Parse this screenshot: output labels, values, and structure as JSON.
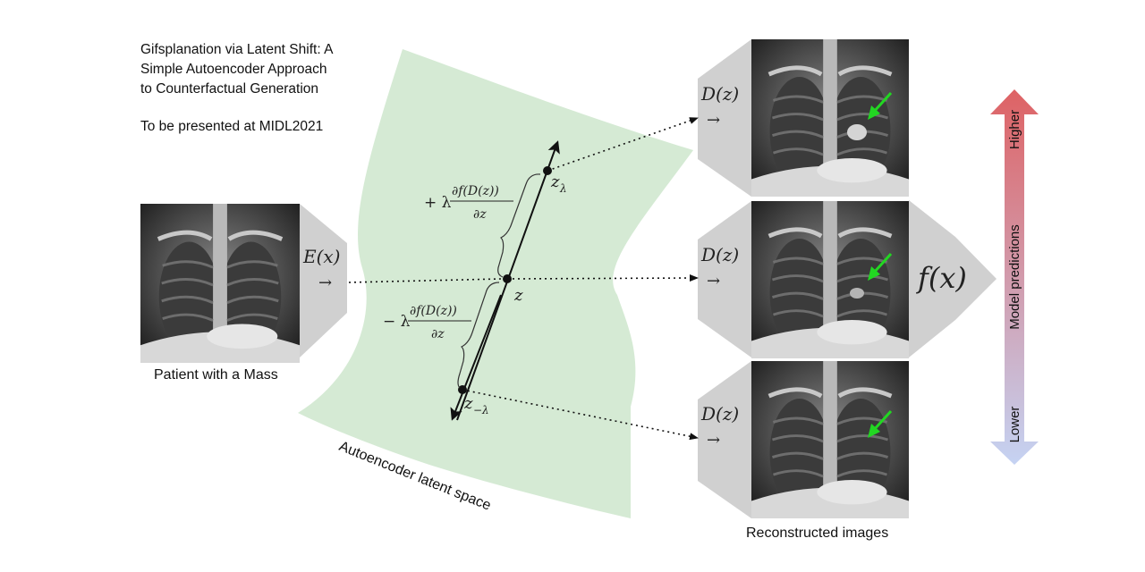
{
  "title": {
    "lines": [
      "Gifsplanation via Latent Shift: A",
      "Simple Autoencoder Approach",
      "to Counterfactual Generation"
    ],
    "presentation": "To be presented at MIDL2021"
  },
  "input": {
    "caption": "Patient with a Mass",
    "encoder_label": "E(x)",
    "arrow_glyph": "→"
  },
  "latent": {
    "space_label": "Autoencoder latent space",
    "z": "z",
    "z_plus": "z",
    "z_plus_sub": "λ",
    "z_minus": "z",
    "z_minus_sub": "−λ",
    "plus_sign": "+ λ",
    "minus_sign": "− λ",
    "grad_numerator": "∂f(D(z))",
    "grad_denominator": "∂z"
  },
  "decoder": {
    "label": "D(z)",
    "arrow_glyph": "→",
    "caption": "Reconstructed images"
  },
  "classifier": {
    "label": "f(x)"
  },
  "predictions": {
    "axis_label": "Model predictions",
    "high": "Higher",
    "low": "Lower",
    "high_color": "#de6264",
    "low_color": "#c5d3f3"
  },
  "colors": {
    "latent_fill": "#d5ead4",
    "trapezoid_gray": "#d0d0d0",
    "arrow_green": "#22d722"
  }
}
